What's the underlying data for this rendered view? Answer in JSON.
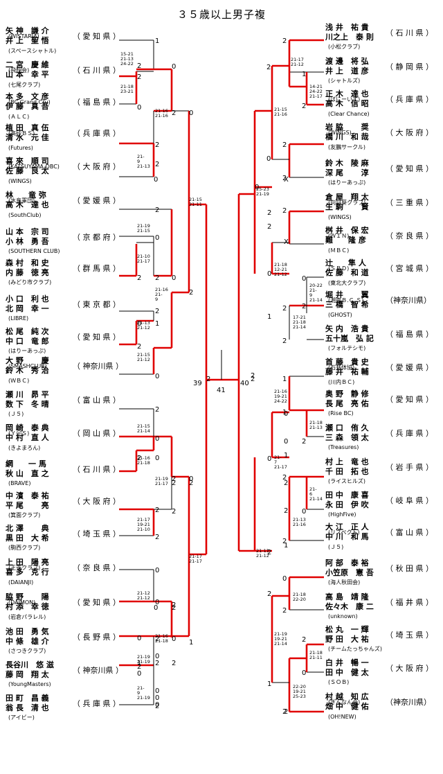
{
  "title": "３５歳以上男子複",
  "left_teams": [
    {
      "p1": "矢 神　謙 介",
      "p2": "井 上　聖 悟",
      "club": "(WISTARIA) (スペースシャトル)",
      "pref": "（ 愛 知 県 ）"
    },
    {
      "p1": "二 宮　慶 維",
      "p2": "山 本　幸 平",
      "club": "(飛翔会) (七尾クラブ)",
      "pref": "（ 石 川 県 ）"
    },
    {
      "p1": "本 多　文 彦",
      "p2": "伊 藤　真 吾",
      "club": "(BC Grand Cru) (ＡＬＣ)",
      "pref": "（ 福 島 県 ）"
    },
    {
      "p1": "植 田　真 伍",
      "p2": "清 水　元 佳",
      "club": "(高砂ＢＳ) (Futures)",
      "pref": "（ 兵 庫 県 ）"
    },
    {
      "p1": "喜 來　順 司",
      "p2": "佐 藤　良 太",
      "club": "(KATSUYAMA OBC) (WINGS)",
      "pref": "（ 大 阪 府 ）"
    },
    {
      "p1": "林　　竜 弥",
      "p2": "高 木　達 也",
      "club": "(水島軍団) (SouthClub)",
      "pref": "（ 愛 媛 県 ）"
    },
    {
      "p1": "山 本　宗 司",
      "p2": "小 林　勇 吾",
      "club": "(SOUTHERN CLUB)",
      "pref": "（ 京 都 府 ）"
    },
    {
      "p1": "森 村　和 史",
      "p2": "内 藤　徳 亮",
      "club": "(みどり市クラブ)",
      "pref": "（ 群 馬 県 ）"
    },
    {
      "p1": "小 口　利 也",
      "p2": "北 岡　幸 一",
      "club": "(LIBRE)",
      "pref": "（ 東 京 都 ）"
    },
    {
      "p1": "松 尾　純 次",
      "p2": "中 口　竜 郎",
      "club": "(はりーあっぷ)",
      "pref": "（ 愛 知 県 ）"
    },
    {
      "p1": "大 野　　 慶",
      "p2": "鈴 木　秀 治",
      "club": "(SMASHCLUB) (ＷＢＣ)",
      "pref": "（ 神奈川県 ）"
    },
    {
      "p1": "瀬 川　昴 平",
      "p2": "数 下　冬 晴",
      "club": "(Ｊ５)",
      "pref": "（ 富 山 県 ）"
    },
    {
      "p1": "岡 崎　泰 典",
      "p2": "中 村　直 人",
      "club": "(Ｙ＠Ｓ) (きよまろん)",
      "pref": "（ 岡 山 県 ）"
    },
    {
      "p1": "網　　一 馬",
      "p2": "秋 山　直 之",
      "club": "(BRAVE)",
      "pref": "（ 石 川 県 ）"
    },
    {
      "p1": "中 濱　泰 祐",
      "p2": "平 尾　　 亮",
      "club": "(箕面クラブ)",
      "pref": "（ 大 阪 府 ）"
    },
    {
      "p1": "北 澤　　 典",
      "p2": "黒 田　大 希",
      "club": "(駒西クラブ)",
      "pref": "（ 埼 玉 県 ）"
    },
    {
      "p1": "上 田　陽 亮",
      "p2": "喜 多　克 行",
      "club": "(王寺クラブ) (DAIANJI)",
      "pref": "（ 奈 良 県 ）"
    },
    {
      "p1": "脇 野　　 陽",
      "p2": "村 添　幸 徳",
      "club": "(DAIMON) (岩倉パラレル)",
      "pref": "（ 愛 知 県 ）"
    },
    {
      "p1": "池 田　勇 気",
      "p2": "中 條　雄 介",
      "club": "(さつきクラブ)",
      "pref": "（ 長 野 県 ）"
    },
    {
      "p1": "長谷川　悠 滋",
      "p2": "藤 岡　翔 太",
      "club": "(YoungMasters)",
      "pref": "（ 神奈川県 ）"
    },
    {
      "p1": "田 町　昌 義",
      "p2": "翁 長　清 也",
      "club": "(アイビー)",
      "pref": "（ 兵 庫 県 ）"
    }
  ],
  "right_teams": [
    {
      "p1": "浅 井　祐 貴",
      "p2": "川之上　泰 則",
      "club": "(小松クラブ)",
      "pref": "（ 石 川 県 ）"
    },
    {
      "p1": "渡 邊　将 弘",
      "p2": "井 上　道 彦",
      "club": "(シャトルズ)",
      "pref": "（ 静 岡 県 ）"
    },
    {
      "p1": "正 木　達 也",
      "p2": "高 木　信 昭",
      "club": "(ばにーいず) (Clear Chance)",
      "pref": "（ 兵 庫 県 ）"
    },
    {
      "p1": "岩 脇　　 奨",
      "p2": "橋 川　和 哉",
      "club": "(WINGS) (友鵬サークル)",
      "pref": "（ 大 阪 府 ）"
    },
    {
      "p1": "鈴 木　陵 麻",
      "p2": "深 尾　　 淳",
      "club": "(はりーあっぷ)",
      "pref": "（ 愛 知 県 ）"
    },
    {
      "p1": "倉 屋　翔 太",
      "p2": "生 駒　　 賢",
      "club": "(向日葵クラブ) (WINGS)",
      "pref": "（ 三 重 県 ）"
    },
    {
      "p1": "桝 井　保 宏",
      "p2": "難　　隆 彦",
      "club": "(ＷＩＮ) (ＭＢＣ)",
      "pref": "（ 奈 良 県 ）"
    },
    {
      "p1": "辻　　隼 人",
      "p2": "佐 藤　和 道",
      "club": "(ＳＢＤ) (東北大クラブ)",
      "pref": "（ 宮 城 県 ）"
    },
    {
      "p1": "堀 井　　 翼",
      "p2": "三 橋　智 希",
      "club": "(湘南Ｂ.Ｃ.Ｓ) (GHOST)",
      "pref": "（神奈川県）"
    },
    {
      "p1": "矢 内　浩 貴",
      "p2": "五十嵐　弘 記",
      "club": "(フォルテシモ)",
      "pref": "（ 福 島 県 ）"
    },
    {
      "p1": "首 藤　貴 史",
      "p2": "藤 井　祐 輔",
      "club": "(石井体協) (川内ＢＣ)",
      "pref": "（ 愛 媛 県 ）"
    },
    {
      "p1": "奥 野　静 修",
      "p2": "長 尾　亮 佑",
      "club": "(Rise BC)",
      "pref": "（ 愛 知 県 ）"
    },
    {
      "p1": "瀬 口　侑 久",
      "p2": "三 森　領 太",
      "club": "(Treasures)",
      "pref": "（ 兵 庫 県 ）"
    },
    {
      "p1": "村 上　竜 也",
      "p2": "千 田　拓 也",
      "club": "(ライスヒルズ)",
      "pref": "（ 岩 手 県 ）"
    },
    {
      "p1": "田 中　康 喜",
      "p2": "永 田　伊 吹",
      "club": "(HighFive)",
      "pref": "（ 岐 阜 県 ）"
    },
    {
      "p1": "大 江　正 人",
      "p2": "中 川　和 馬",
      "club": "(リスペクト) (Ｊ５)",
      "pref": "（ 富 山 県 ）"
    },
    {
      "p1": "阿 部　泰 裕",
      "p2": "小笠原　憲 吾",
      "club": "(海人秋田会)",
      "pref": "（ 秋 田 県 ）"
    },
    {
      "p1": "高 島　靖 隆",
      "p2": "佐々木　康 二",
      "club": "(unknown)",
      "pref": "（ 福 井 県 ）"
    },
    {
      "p1": "松 丸　一 輝",
      "p2": "野 田　大 祐",
      "club": "(チームたっちゃんズ)",
      "pref": "（ 埼 玉 県 ）"
    },
    {
      "p1": "白 井　暢 一",
      "p2": "田 中　健 太",
      "club": "(ＳＯＢ)",
      "pref": "（ 大 阪 府 ）"
    },
    {
      "p1": "村 越　知 広",
      "p2": "畑 中　健 佑",
      "club": "(ぎんなん会) (OH!NEW)",
      "pref": "（神奈川県）"
    }
  ],
  "left_scores": [
    "15-21 21-13 24-22",
    "21-18 23-21",
    "21-16 21-16",
    "21- 9 21-13",
    "21-15 21-11",
    "21-19 21-15",
    "21-10 21-17",
    "21-16 21- 9",
    "21-13 21-12",
    "21-15 21-12",
    "21-15 21-14",
    "21-16 21-18",
    "21-19 21-17",
    "21-17 19-21 21-10",
    "21-17 21-17",
    "21-12 21-12",
    "21-16 21-18",
    "21-19 21-19",
    "21- 9 21-19"
  ],
  "right_scores": [
    "21-17 21-12",
    "14-21 24-22 21-17",
    "21-15 21-16",
    "25-23 21-19",
    "21-18 12-21 21-12",
    "20-22 21- 9 21-14",
    "17-21 21-18 21-14",
    "21-16 19-21 24-22",
    "21-18 21-13",
    "21- 7 21-17",
    "21- 6 21-14",
    "21-13 21-16",
    "21-11 21-12",
    "21-18 22-20",
    "21-19 19-21 21-14",
    "21-18 21-11",
    "22-20 19-21 25-23"
  ],
  "left_marks": [
    "1",
    "2",
    "2",
    "0",
    "0",
    "2",
    "2",
    "0",
    "2",
    "0",
    "2",
    "0",
    "2",
    "2",
    "0",
    "2",
    "0",
    "1",
    "2",
    "0",
    "2",
    "2",
    "0",
    "2",
    "0",
    "2",
    "0",
    "2",
    "2",
    "2",
    "0",
    "0",
    "2",
    "0",
    "2",
    "2",
    "0",
    "1",
    "2",
    "2",
    "0",
    "0",
    "2",
    "2",
    "1",
    "0",
    "2",
    "2",
    "0",
    "2",
    "0",
    "0"
  ],
  "right_marks": [
    "2",
    "1",
    "2",
    "2",
    "0",
    "2",
    "2",
    "0",
    "2",
    "X",
    "X",
    "2",
    "2",
    "0",
    "0",
    "2",
    "2",
    "1",
    "2",
    "2",
    "1",
    "1",
    "2",
    "0",
    "2",
    "0",
    "2",
    "2",
    "2",
    "0",
    "2",
    "2",
    "0",
    "1",
    "2",
    "2",
    "2",
    "0",
    "0",
    "1",
    "2",
    "2",
    "1"
  ],
  "final": {
    "left": "39",
    "center": "41",
    "right": "40"
  }
}
